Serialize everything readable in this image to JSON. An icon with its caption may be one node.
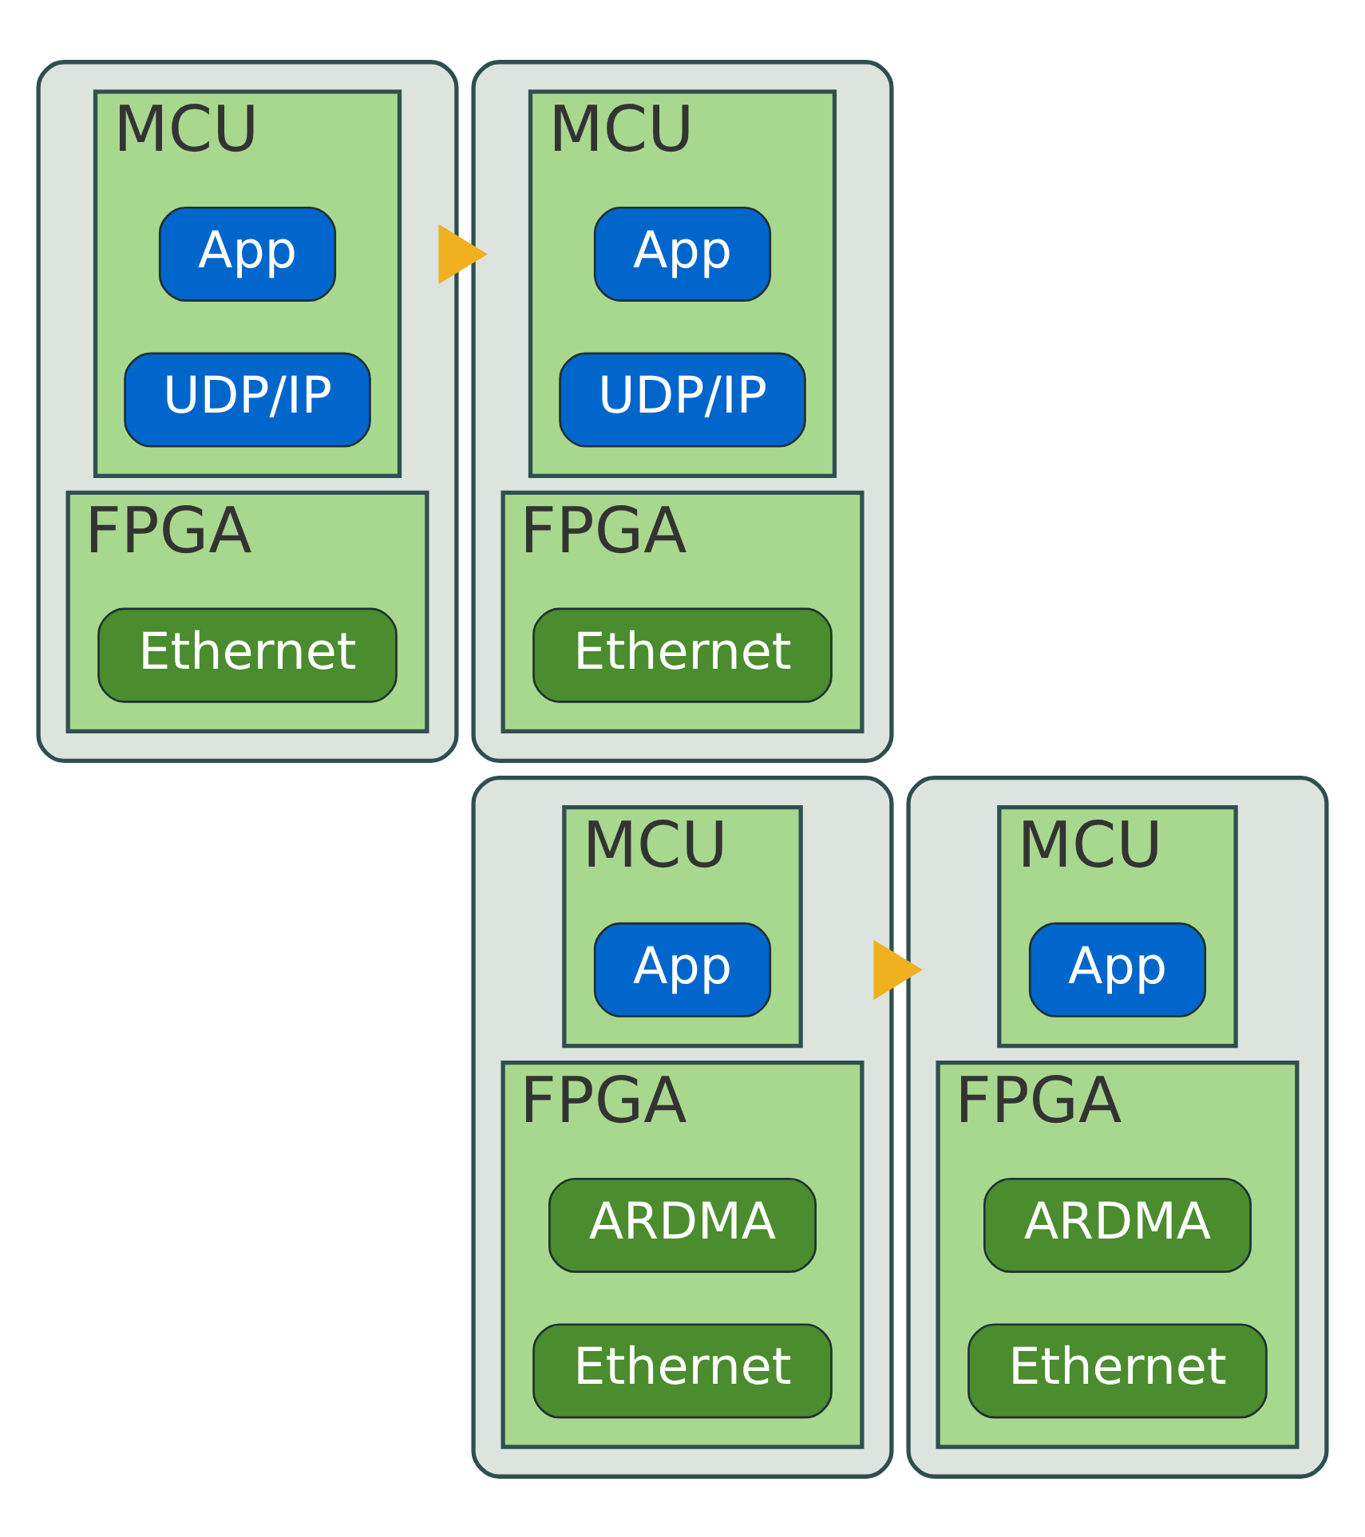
{
  "diagram": {
    "nodes": [
      {
        "text": [],
        "shape": "box"
      },
      {
        "text": [
          "MCU"
        ],
        "in": 0
      },
      {
        "text": [
          "App"
        ],
        "in": 1
      },
      {
        "text": [
          "UDP/IP"
        ],
        "in": 1
      },
      {
        "text": [
          "FPGA"
        ],
        "in": 0
      },
      {
        "text": [
          "Ethernet"
        ],
        "in": 4
      },
      {
        "text": [],
        "shape": "box"
      },
      {
        "text": [
          "MCU"
        ],
        "in": 6
      },
      {
        "text": [
          "App"
        ],
        "in": 7
      },
      {
        "text": [
          "UDP/IP"
        ],
        "in": 7
      },
      {
        "text": [
          "FPGA"
        ],
        "in": 6
      },
      {
        "text": [
          "Ethernet"
        ],
        "in": 10
      },
      {
        "text": [],
        "shape": "box"
      },
      {
        "text": [
          "MCU"
        ],
        "in": 12
      },
      {
        "text": [
          "App"
        ],
        "in": 13
      },
      {
        "text": [
          "FPGA"
        ],
        "in": 12
      },
      {
        "text": [
          "ARDMA"
        ],
        "in": 15
      },
      {
        "text": [
          "Ethernet"
        ],
        "in": 15
      },
      {
        "text": [],
        "shape": "box"
      },
      {
        "text": [
          "MCU"
        ],
        "in": 18
      },
      {
        "text": [
          "App"
        ],
        "in": 19
      },
      {
        "text": [
          "FPGA"
        ],
        "in": 18
      },
      {
        "text": [
          "ARDMA"
        ],
        "in": 21
      },
      {
        "text": [
          "Ethernet"
        ],
        "in": 21
      }
    ],
    "edges": [
      {
        "from": 0,
        "to": 6,
        "arrow": "to",
        "style": "thick",
        "color": "#f0b020"
      },
      {
        "from": 12,
        "to": 18,
        "arrow": "to",
        "style": "thick",
        "color": "#f0b020"
      }
    ]
  }
}
